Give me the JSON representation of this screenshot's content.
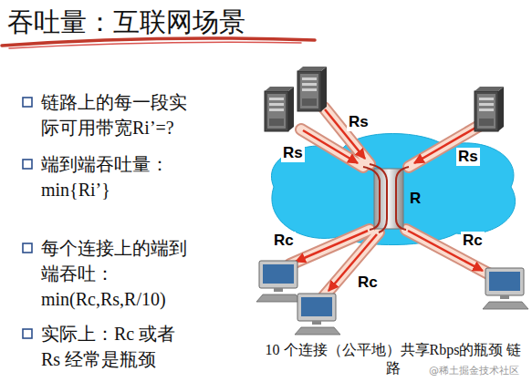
{
  "diagram": {
    "title": "吞吐量：互联网场景",
    "caption": "10 个连接（公平地）共享Rbps的瓶颈 链路",
    "labels": [
      "链路上的每一段实际可用带宽Ri’=?",
      "端到端吞吐量：min{Ri’}",
      "每个连接上的端到端吞吐：min(Rc,Rs,R/10)",
      "实际上：Rc 或者 Rs 经常是瓶颈",
      "Rs",
      "Rs",
      "Rs",
      "R",
      "Rc",
      "Rc",
      "Rc",
      "@稀土掘金技术社区"
    ]
  }
}
